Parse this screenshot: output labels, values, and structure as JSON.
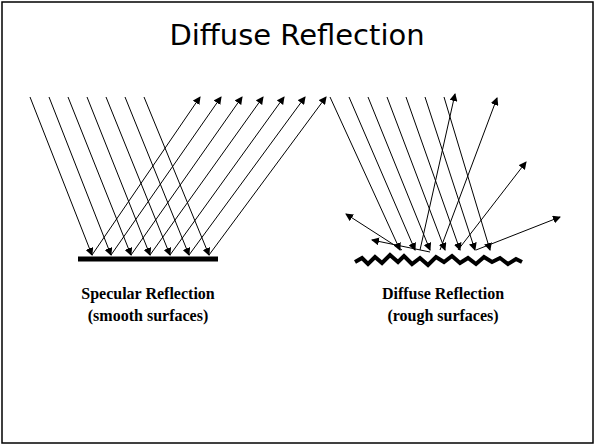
{
  "diagram": {
    "title": "Diffuse Reflection",
    "labels": [
      "Specular Reflection",
      "(smooth surfaces)",
      "Diffuse Reflection",
      "(rough surfaces)"
    ]
  }
}
